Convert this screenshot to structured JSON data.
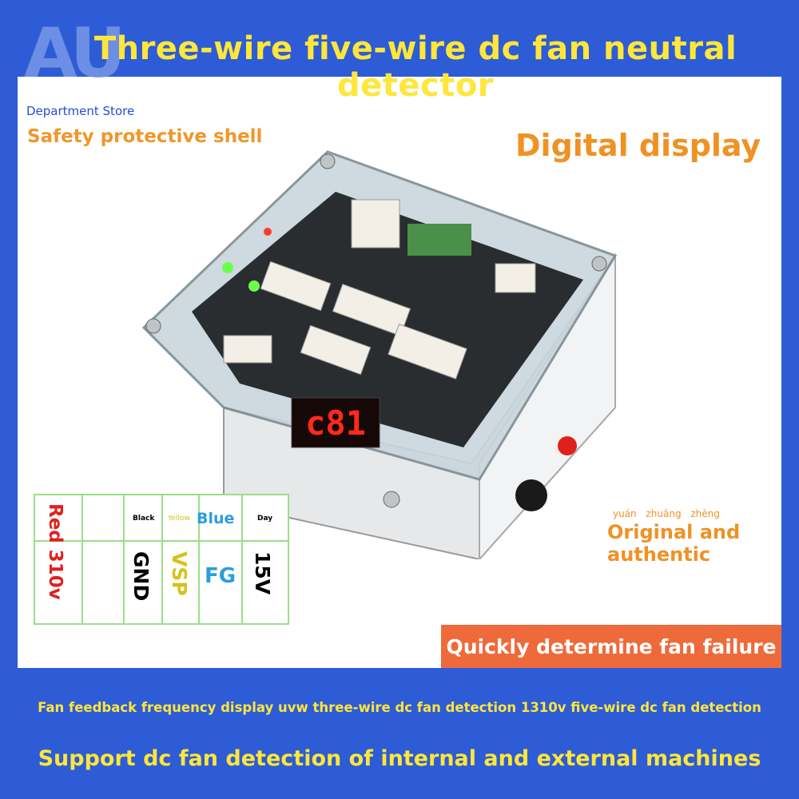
{
  "title": "Three-wire five-wire dc fan neutral detector",
  "logo": {
    "letters": "AU",
    "store_name": "Department Store"
  },
  "features": {
    "safety_shell": "Safety protective shell",
    "digital_display": "Digital display",
    "original_pinyin": "yuán zhuāng zhèng",
    "original": "Original and authentic",
    "quick_determine": "Quickly determine fan failure"
  },
  "display_readout": "c81",
  "pin_table": {
    "headers": [
      "",
      "Black",
      "Yellow",
      "Blue",
      "Day"
    ],
    "red_label": "Red 310v",
    "values": [
      "GND",
      "VSP",
      "FG",
      "15V"
    ]
  },
  "footer": {
    "feedback": "Fan feedback frequency display uvw three-wire dc fan detection 1310v five-wire dc fan detection",
    "support": "Support dc fan detection of internal and external machines"
  }
}
